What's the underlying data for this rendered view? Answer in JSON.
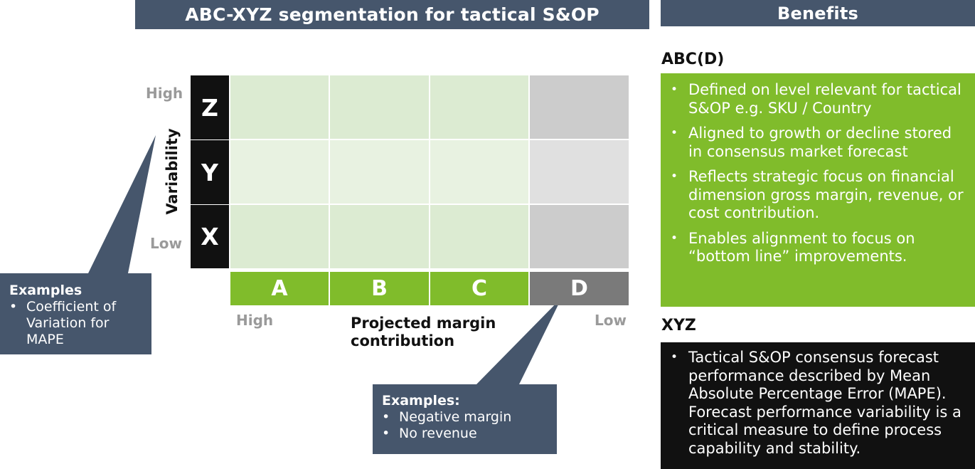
{
  "left_title": "ABC-XYZ segmentation for tactical S&OP",
  "right_title": "Benefits",
  "matrix": {
    "y_axis_label": "Variability",
    "y_high": "High",
    "y_low": "Low",
    "rows": [
      "Z",
      "Y",
      "X"
    ],
    "columns": [
      "A",
      "B",
      "C",
      "D"
    ],
    "x_high": "High",
    "x_low": "Low",
    "x_axis_label": "Projected margin contribution",
    "colors": {
      "row_header": "#111111",
      "abc_header": "#80bc2b",
      "d_header": "#7a7a7a",
      "green_cell": "#dcebd2",
      "green_cell_light": "#e8f2e1",
      "gray_cell": "#cccccc",
      "gray_cell_light": "#e0e0e0"
    }
  },
  "callout_left": {
    "title": "Examples",
    "items": [
      "Coefficient of Variation for MAPE"
    ]
  },
  "callout_bottom": {
    "title": "Examples:",
    "items": [
      "Negative margin",
      "No revenue"
    ]
  },
  "benefits": {
    "abc_label": "ABC(D)",
    "abc_items": [
      "Defined on level relevant for tactical S&OP e.g. SKU / Country",
      "Aligned to growth or decline stored in consensus market forecast",
      "Reflects strategic focus on financial dimension gross margin, revenue, or cost contribution.",
      "Enables alignment to focus on “bottom line” improvements."
    ],
    "xyz_label": "XYZ",
    "xyz_items": [
      "Tactical S&OP consensus forecast performance described by Mean Absolute Percentage Error (MAPE). Forecast performance variability is a critical measure to define process capability and stability."
    ],
    "colors": {
      "abc_box": "#80bc2b",
      "xyz_box": "#111111",
      "banner": "#46566c"
    }
  }
}
